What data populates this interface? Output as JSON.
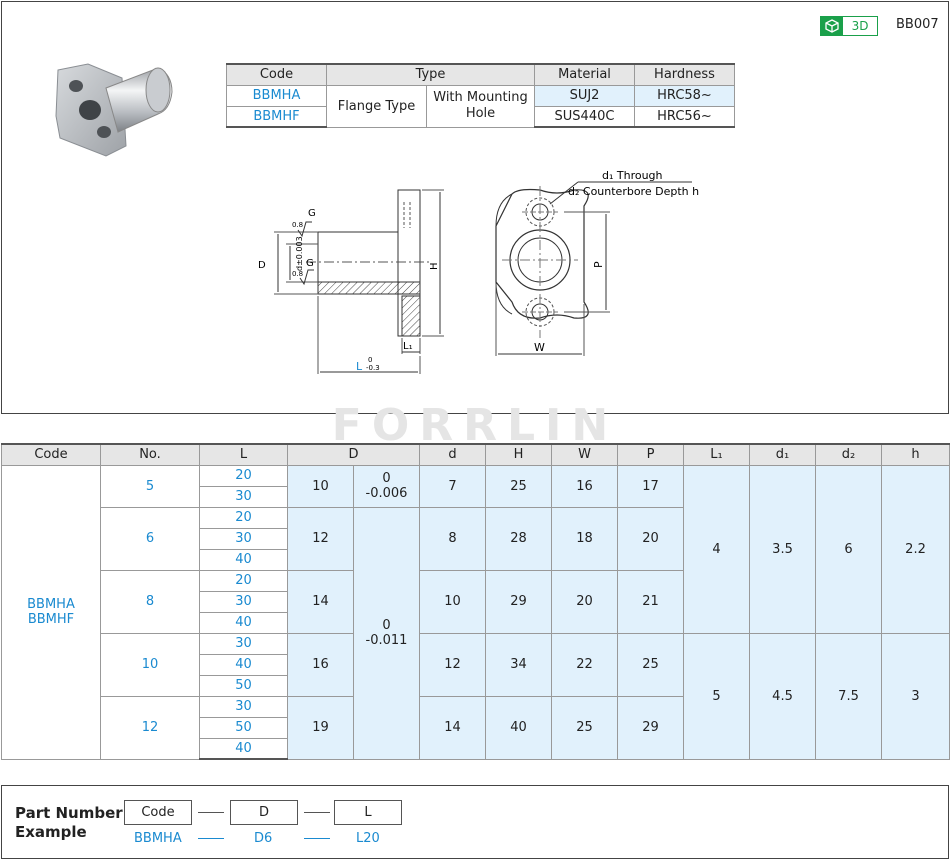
{
  "header": {
    "badge_label": "3D",
    "product_code": "BB007"
  },
  "spec_table": {
    "headers": [
      "Code",
      "Type",
      "Material",
      "Hardness"
    ],
    "rows": [
      {
        "code": "BBMHA",
        "material": "SUJ2",
        "hardness": "HRC58~"
      },
      {
        "code": "BBMHF",
        "material": "SUS440C",
        "hardness": "HRC56~"
      }
    ],
    "type_main": "Flange Type",
    "type_sub": "With Mounting Hole"
  },
  "drawing": {
    "label_d1": "d₁ Through",
    "label_d2": "d₂ Counterbore Depth h",
    "roughness": "0.8",
    "g": "G",
    "D": "D",
    "d_tol": "d±0.003",
    "H": "H",
    "L1": "L₁",
    "L": "L",
    "L_tol_up": "0",
    "L_tol_down": "-0.3",
    "W": "W",
    "P": "P"
  },
  "watermark": "FORRLIN",
  "dim_table": {
    "headers": [
      "Code",
      "No.",
      "L",
      "D",
      "d",
      "H",
      "W",
      "P",
      "L₁",
      "d₁",
      "d₂",
      "h"
    ],
    "code_a": "BBMHA",
    "code_b": "BBMHF",
    "groups": [
      {
        "no": "5",
        "L": [
          "20",
          "30"
        ],
        "D": "10",
        "d": "7",
        "H": "25",
        "W": "16",
        "P": "17"
      },
      {
        "no": "6",
        "L": [
          "20",
          "30",
          "40"
        ],
        "D": "12",
        "d": "8",
        "H": "28",
        "W": "18",
        "P": "20"
      },
      {
        "no": "8",
        "L": [
          "20",
          "30",
          "40"
        ],
        "D": "14",
        "d": "10",
        "H": "29",
        "W": "20",
        "P": "21"
      },
      {
        "no": "10",
        "L": [
          "30",
          "40",
          "50"
        ],
        "D": "16",
        "d": "12",
        "H": "34",
        "W": "22",
        "P": "25"
      },
      {
        "no": "12",
        "L": [
          "30",
          "50",
          "40"
        ],
        "D": "19",
        "d": "14",
        "H": "40",
        "W": "25",
        "P": "29"
      }
    ],
    "tol_a_up": "0",
    "tol_a_down": "-0.006",
    "tol_b_up": "0",
    "tol_b_down": "-0.011",
    "small": {
      "L1": "4",
      "d1": "3.5",
      "d2": "6",
      "h": "2.2"
    },
    "large": {
      "L1": "5",
      "d1": "4.5",
      "d2": "7.5",
      "h": "3"
    }
  },
  "part_number": {
    "title_line1": "Part Number",
    "title_line2": "Example",
    "boxes": [
      "Code",
      "D",
      "L"
    ],
    "example": [
      "BBMHA",
      "D6",
      "L20"
    ]
  },
  "colors": {
    "accent_blue": "#1a8ad0",
    "light_blue": "#e1f1fc",
    "green": "#1aa04a",
    "header_gray": "#e6e6e6"
  }
}
